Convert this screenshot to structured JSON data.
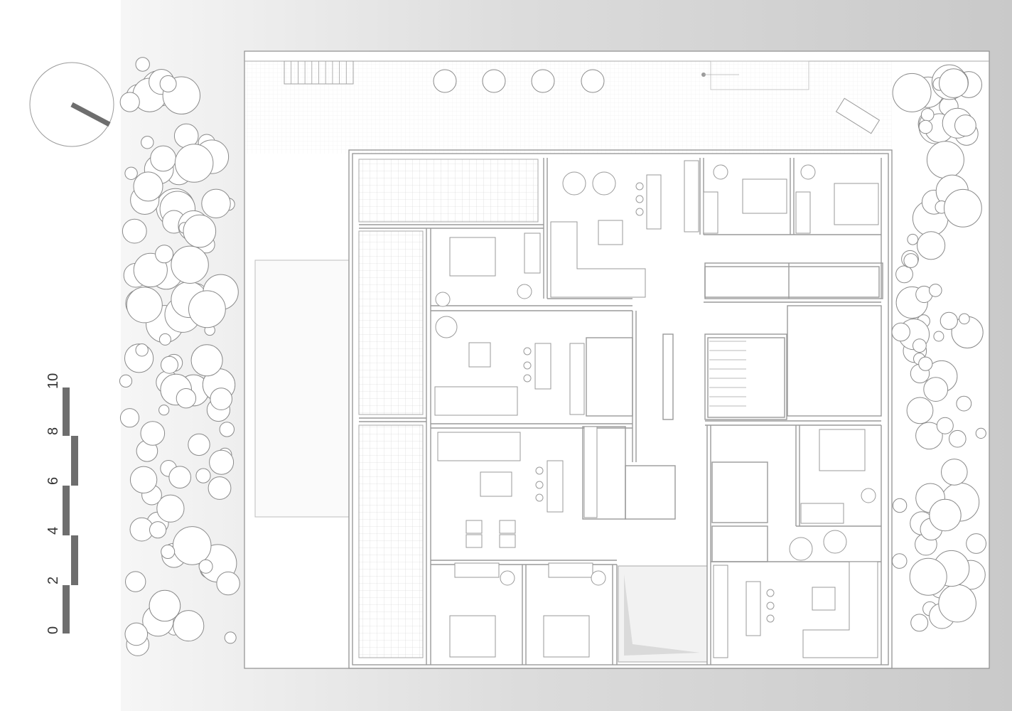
{
  "scale_bar": {
    "labels": [
      "0",
      "2",
      "4",
      "6",
      "8",
      "10"
    ]
  },
  "icons": {
    "north_arrow": "north-arrow-icon",
    "scale": "scale-bar-icon"
  },
  "colors": {
    "ground_dark": "#c8c8c8",
    "ground_light": "#f4f4f4",
    "garden_strip": "#cfcfcf",
    "wall": "#9a9a9a",
    "scale_bar": "#6e6e6e",
    "north_needle": "#6e6e6e"
  }
}
